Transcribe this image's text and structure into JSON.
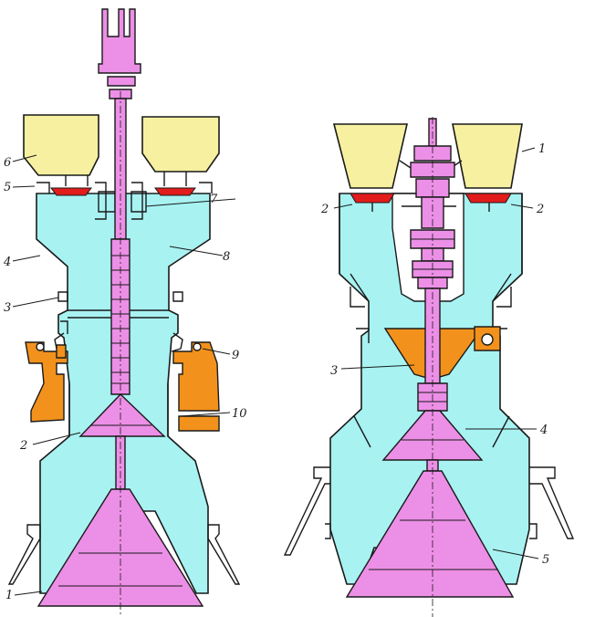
{
  "labels_left": {
    "l1": "1",
    "l2": "2",
    "l3": "3",
    "l4": "4",
    "l5": "5",
    "l6": "6",
    "l7": "7",
    "l8": "8",
    "l9": "9",
    "l10": "10"
  },
  "labels_right": {
    "r1": "1",
    "r2a": "2",
    "r2b": "2",
    "r3": "3",
    "r4": "4",
    "r5": "5"
  },
  "colors": {
    "housing": "#a8f2f2",
    "cones_and_shaft": "#ec8fe6",
    "hoppers": "#f6f0a0",
    "drives": "#f2921c",
    "feeder_plates": "#e21c1c"
  }
}
